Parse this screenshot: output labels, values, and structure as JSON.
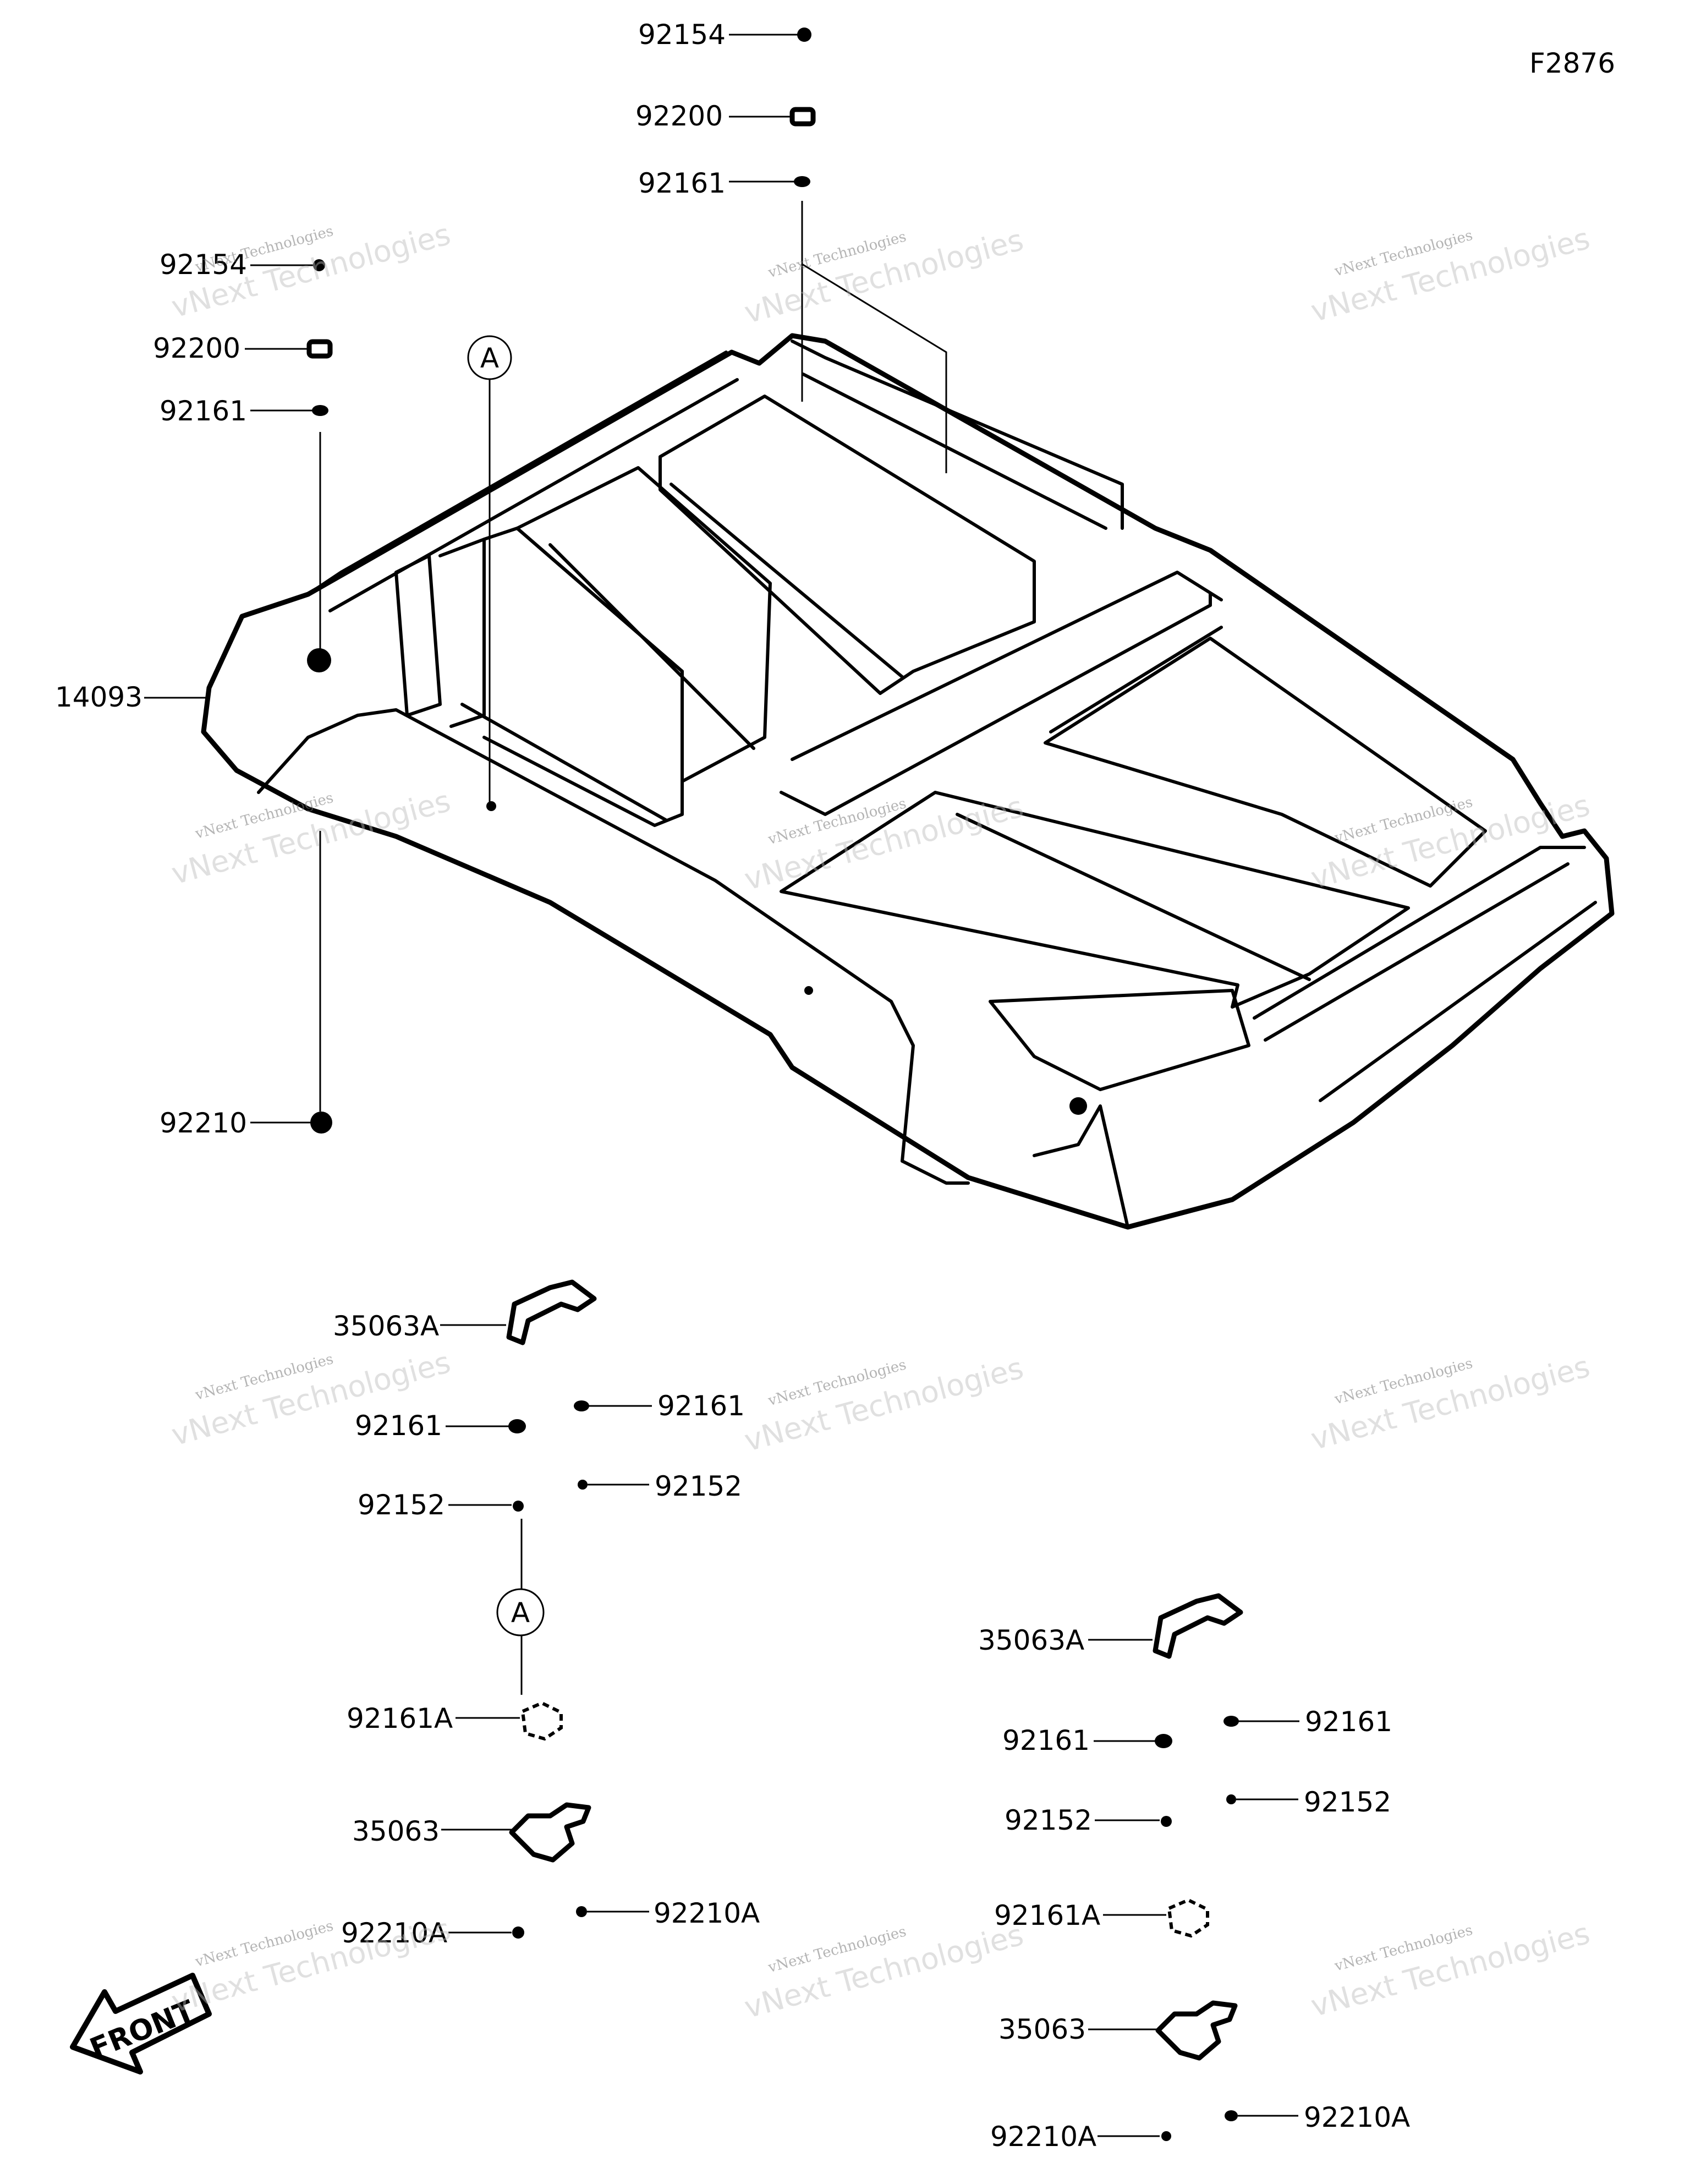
{
  "figure_id": "F2876",
  "labels": {
    "top_92154": "92154",
    "top_92200": "92200",
    "top_92161": "92161",
    "left_92154": "92154",
    "left_92200": "92200",
    "left_92161": "92161",
    "left_14093": "14093",
    "left_92210": "92210",
    "g1_35063A": "35063A",
    "g1_92161_l": "92161",
    "g1_92161_r": "92161",
    "g1_92152_l": "92152",
    "g1_92152_r": "92152",
    "g1_92161A": "92161A",
    "g1_35063": "35063",
    "g1_92210A_l": "92210A",
    "g1_92210A_r": "92210A",
    "g2_35063A": "35063A",
    "g2_92161_l": "92161",
    "g2_92161_r": "92161",
    "g2_92152_l": "92152",
    "g2_92152_r": "92152",
    "g2_92161A": "92161A",
    "g2_35063": "35063",
    "g2_92210A_l": "92210A",
    "g2_92210A_r": "92210A"
  },
  "reference_marker": "A",
  "front_arrow": "FRONT",
  "watermark": {
    "line1": "vNext Technologies",
    "line2": "vNext Technologies"
  },
  "icons": {
    "front_arrow": "front-direction-arrow-icon",
    "reference": "circle-reference-icon"
  }
}
